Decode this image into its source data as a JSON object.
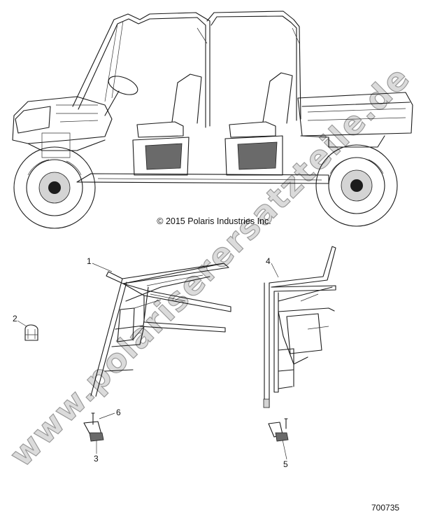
{
  "copyright": "© 2015 Polaris Industries Inc.",
  "diagram_id": "700735",
  "watermark": "www.polariserersatzteile.de",
  "callouts": [
    {
      "id": "1",
      "label": "1"
    },
    {
      "id": "2",
      "label": "2"
    },
    {
      "id": "3",
      "label": "3"
    },
    {
      "id": "4",
      "label": "4"
    },
    {
      "id": "5",
      "label": "5"
    },
    {
      "id": "6",
      "label": "6"
    }
  ]
}
